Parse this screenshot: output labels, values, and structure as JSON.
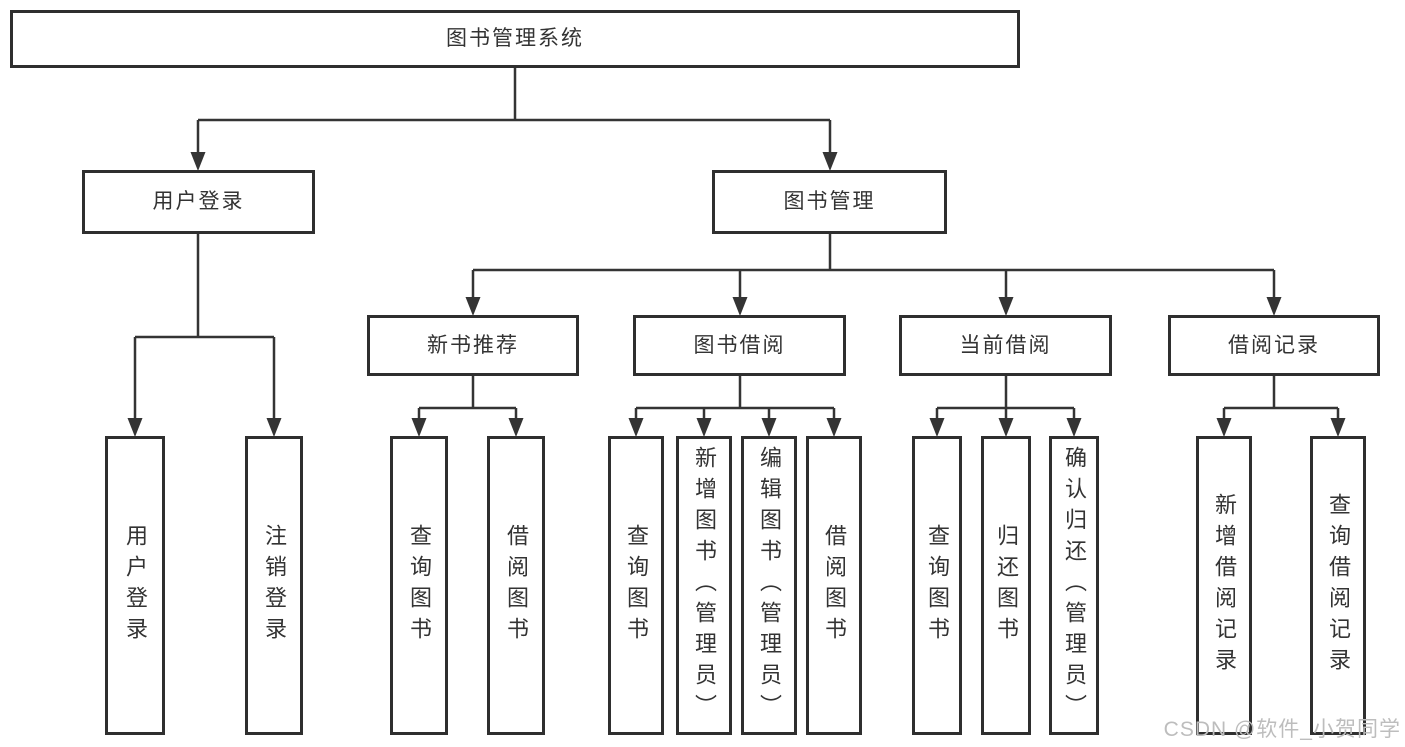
{
  "diagram_type": "hierarchy-flowchart",
  "tree": {
    "label": "图书管理系统",
    "children": [
      {
        "label": "用户登录",
        "children": [
          {
            "label": "用户登录"
          },
          {
            "label": "注销登录"
          }
        ]
      },
      {
        "label": "图书管理",
        "children": [
          {
            "label": "新书推荐",
            "children": [
              {
                "label": "查询图书"
              },
              {
                "label": "借阅图书"
              }
            ]
          },
          {
            "label": "图书借阅",
            "children": [
              {
                "label": "查询图书"
              },
              {
                "label": "新增图书（管理员）"
              },
              {
                "label": "编辑图书（管理员）"
              },
              {
                "label": "借阅图书"
              }
            ]
          },
          {
            "label": "当前借阅",
            "children": [
              {
                "label": "查询图书"
              },
              {
                "label": "归还图书"
              },
              {
                "label": "确认归还（管理员）"
              }
            ]
          },
          {
            "label": "借阅记录",
            "children": [
              {
                "label": "新增借阅记录"
              },
              {
                "label": "查询借阅记录"
              }
            ]
          }
        ]
      }
    ]
  },
  "watermark": {
    "text": "CSDN @软件_小贺同学"
  },
  "colors": {
    "line": "#343434",
    "box_border": "#2f2f2f",
    "text": "#333333",
    "background": "#ffffff",
    "watermark": "#bdbdbd"
  }
}
